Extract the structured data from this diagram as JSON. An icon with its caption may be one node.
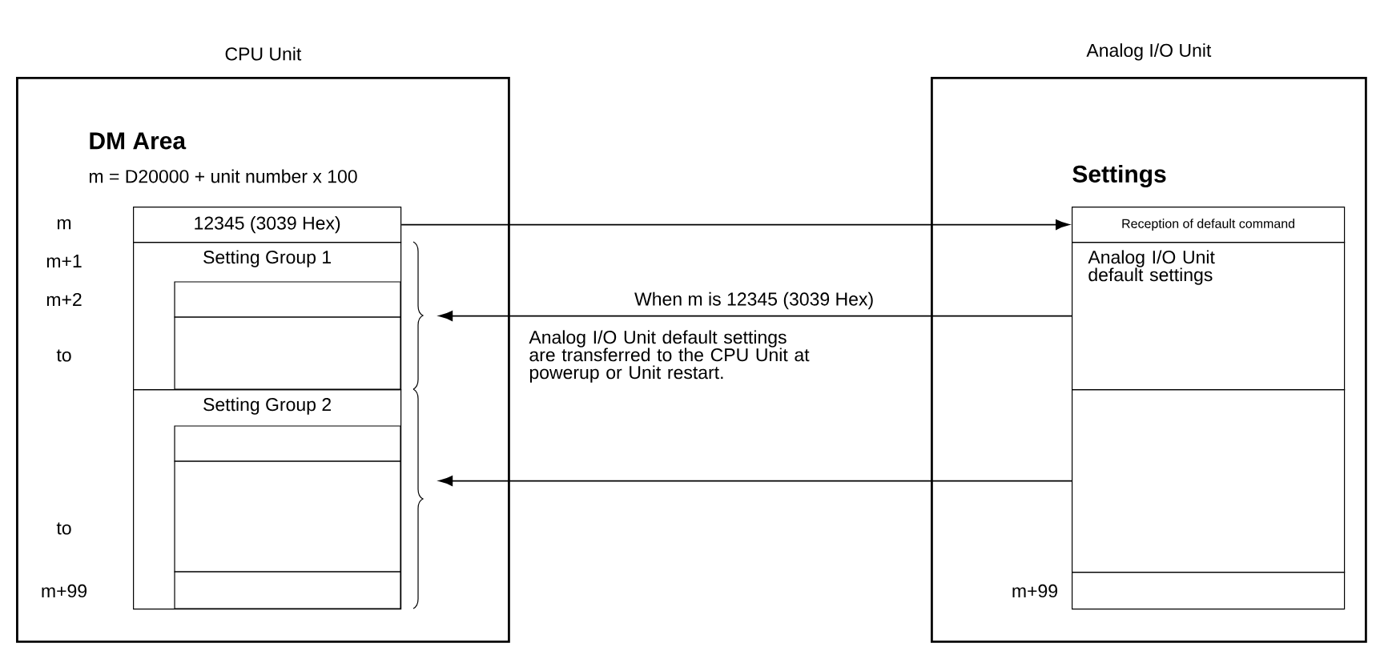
{
  "diagram": {
    "nodes": [
      {
        "text": [
          "CPU Unit"
        ]
      },
      {
        "text": [
          "Analog I/O Unit"
        ]
      },
      {
        "text": [
          "12345 (3039 Hex)"
        ],
        "in": 0
      },
      {
        "text": [
          "Setting Group 1"
        ],
        "in": 0
      },
      {
        "text": [
          "Setting Group 2"
        ],
        "in": 0
      },
      {
        "text": [
          "Reception of default command"
        ],
        "in": 1
      },
      {
        "text": [
          "Analog I/O Unit default settings"
        ],
        "in": 1
      },
      {
        "text": [],
        "shape": "box",
        "in": 1
      },
      {
        "text": [],
        "shape": "box",
        "in": 1
      }
    ],
    "edges": [
      {
        "from": 2,
        "to": 5,
        "arrow": "to"
      },
      {
        "from": 6,
        "to": 3,
        "arrow": "to",
        "label": "When m is 12345 (3039 Hex)"
      },
      {
        "from": 7,
        "to": 4,
        "arrow": "to"
      }
    ],
    "labels": [
      "DM Area",
      "m = D20000 + unit number x 100",
      "m",
      "m+1",
      "m+2",
      "to",
      "Analog I/O Unit default settings are transferred to the CPU Unit at powerup or Unit restart.",
      "to",
      "m+99",
      "Settings",
      "m+99"
    ]
  }
}
